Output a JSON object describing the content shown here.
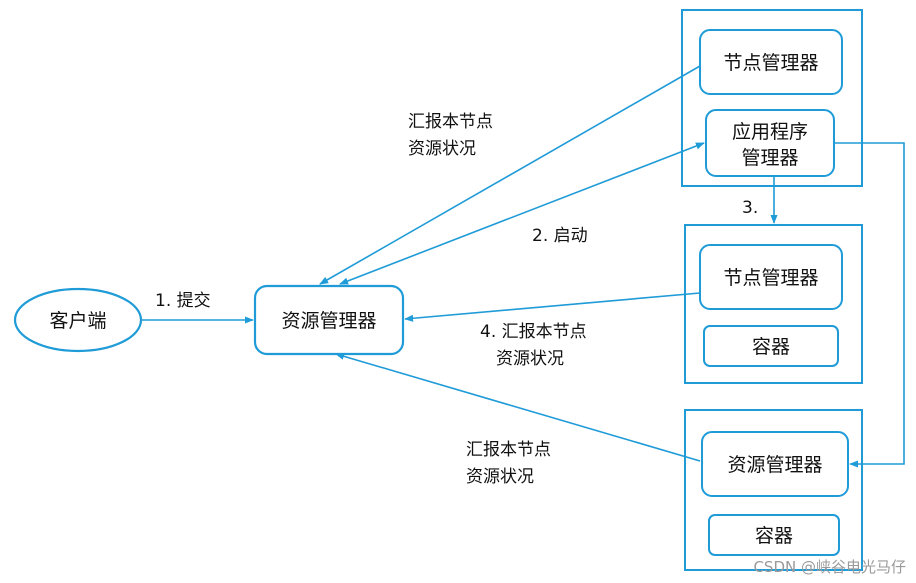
{
  "colors": {
    "line": "#1f9bd7",
    "text": "#111111",
    "watermark": "#9a9a9a"
  },
  "nodes": {
    "client": "客户端",
    "resource_manager": "资源管理器",
    "node1_nm": "节点管理器",
    "node1_am_line1": "应用程序",
    "node1_am_line2": "管理器",
    "node2_nm": "节点管理器",
    "node2_container": "容器",
    "node3_rm": "资源管理器",
    "node3_container": "容器"
  },
  "labels": {
    "submit": "1. 提交",
    "start": "2. 启动",
    "step3": "3.",
    "report_top_line1": "汇报本节点",
    "report_top_line2": "资源状况",
    "report_mid_line1": "4. 汇报本节点",
    "report_mid_line2": "资源状况",
    "report_bottom_line1": "汇报本节点",
    "report_bottom_line2": "资源状况"
  },
  "watermark": "CSDN @峡谷电光马仔"
}
